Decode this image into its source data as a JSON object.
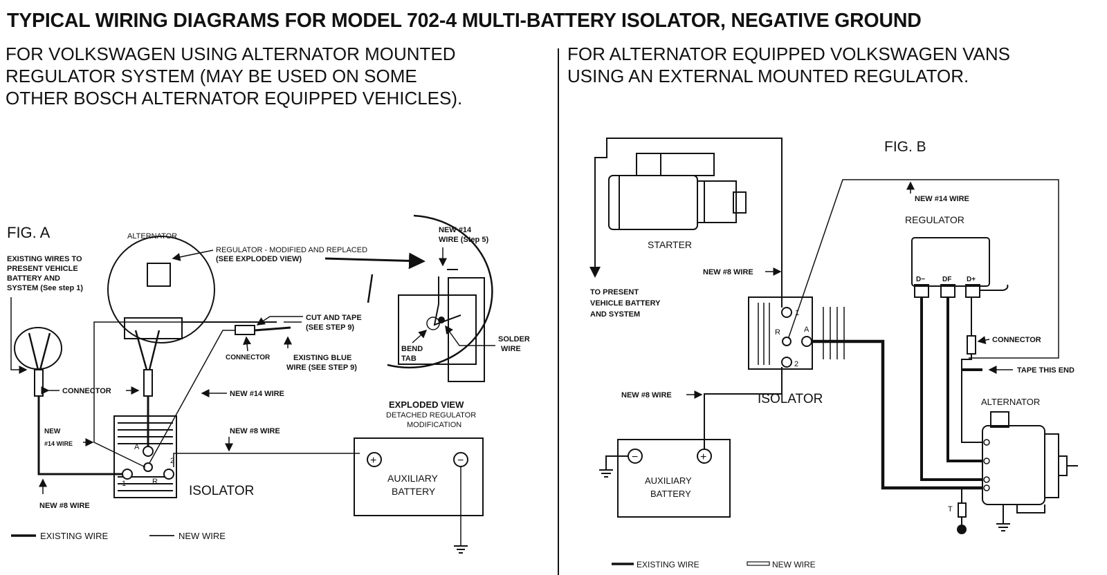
{
  "title": "TYPICAL WIRING DIAGRAMS FOR MODEL 702-4 MULTI-BATTERY ISOLATOR, NEGATIVE GROUND",
  "left": {
    "subtitle_lines": [
      "FOR VOLKSWAGEN USING ALTERNATOR MOUNTED",
      "REGULATOR SYSTEM (MAY BE USED ON SOME",
      "OTHER BOSCH ALTERNATOR EQUIPPED VEHICLES)."
    ],
    "fig_label": "FIG. A",
    "labels": {
      "alternator": "ALTERNATOR",
      "existing_wires": [
        "EXISTING WIRES TO",
        "PRESENT VEHICLE",
        "BATTERY AND",
        "SYSTEM (See step 1)"
      ],
      "regulator": [
        "REGULATOR - MODIFIED AND REPLACED",
        "(SEE EXPLODED VIEW)"
      ],
      "cut_tape": [
        "CUT AND TAPE",
        "(SEE STEP 9)"
      ],
      "connector_small": "CONNECTOR",
      "existing_blue": [
        "EXISTING BLUE",
        "WIRE (SEE STEP 9)"
      ],
      "connector": "CONNECTOR",
      "new14": "NEW #14 WIRE",
      "new8_top": "NEW #8 WIRE",
      "new14_small": [
        "NEW",
        "#14 WIRE"
      ],
      "new8_bottom": "NEW #8 WIRE",
      "isolator": "ISOLATOR",
      "term_a": "A",
      "term_r": "R",
      "term_1": "1",
      "term_2": "2",
      "aux_battery": [
        "AUXILIARY",
        "BATTERY"
      ],
      "plus": "+",
      "minus": "−",
      "exploded": "EXPLODED VIEW",
      "detached": [
        "DETACHED REGULATOR",
        "MODIFICATION"
      ],
      "inset_new14": [
        "NEW #14",
        "WIRE  (Step 5)"
      ],
      "bend_tab": [
        "BEND",
        "TAB"
      ],
      "solder_wire": [
        "SOLDER",
        "WIRE"
      ],
      "legend_existing": "EXISTING WIRE",
      "legend_new": "NEW WIRE"
    }
  },
  "right": {
    "subtitle_lines": [
      "FOR ALTERNATOR EQUIPPED VOLKSWAGEN VANS",
      "USING AN EXTERNAL MOUNTED REGULATOR."
    ],
    "fig_label": "FIG. B",
    "labels": {
      "starter": "STARTER",
      "to_present": [
        "TO PRESENT",
        "VEHICLE BATTERY",
        "AND SYSTEM"
      ],
      "new8_top": "NEW #8 WIRE",
      "new8_bottom": "NEW #8 WIRE",
      "new14": "NEW #14 WIRE",
      "regulator": "REGULATOR",
      "reg_terms": [
        "D−",
        "DF",
        "D+"
      ],
      "connector": "CONNECTOR",
      "tape_end": "TAPE THIS END",
      "alternator": "ALTERNATOR",
      "isolator": "ISOLATOR",
      "term_1": "1",
      "term_r": "R",
      "term_a": "A",
      "term_2": "2",
      "aux_battery": [
        "AUXILIARY",
        "BATTERY"
      ],
      "plus": "+",
      "minus": "−",
      "t": "T",
      "legend_existing": "EXISTING WIRE",
      "legend_new": "NEW WIRE"
    }
  }
}
